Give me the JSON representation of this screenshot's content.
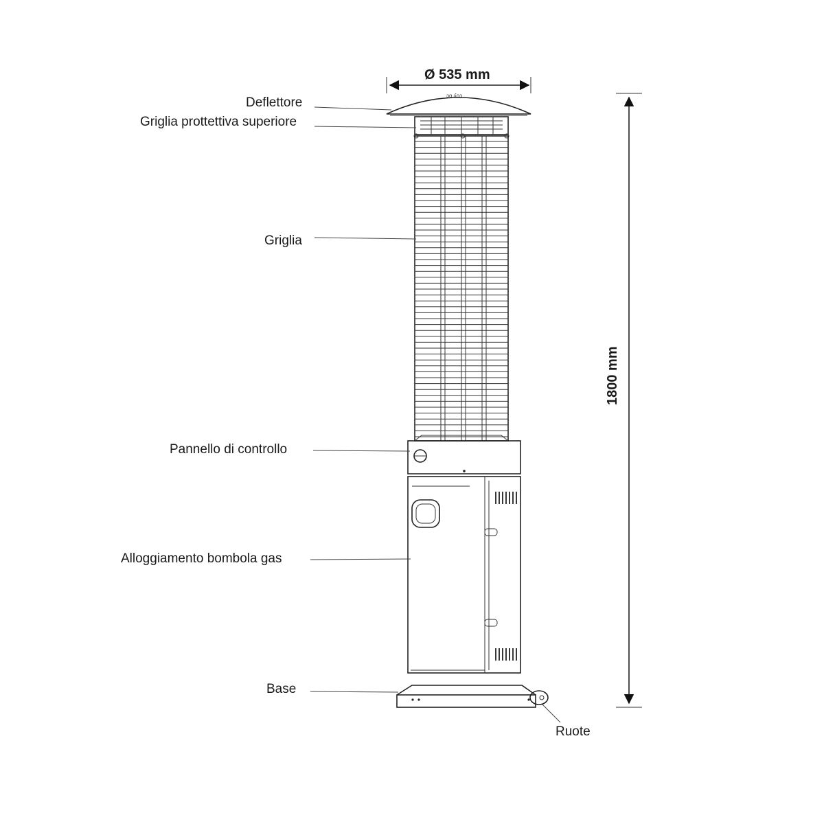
{
  "dimensions": {
    "diameter": "Ø 535 mm",
    "height": "1800 mm"
  },
  "labels": {
    "deflector": "Deflettore",
    "top_guard": "Griglia prottettiva superiore",
    "grille": "Griglia",
    "control_panel": "Pannello di controllo",
    "gas_housing": "Alloggiamento bombola gas",
    "base": "Base",
    "wheels": "Ruote"
  }
}
